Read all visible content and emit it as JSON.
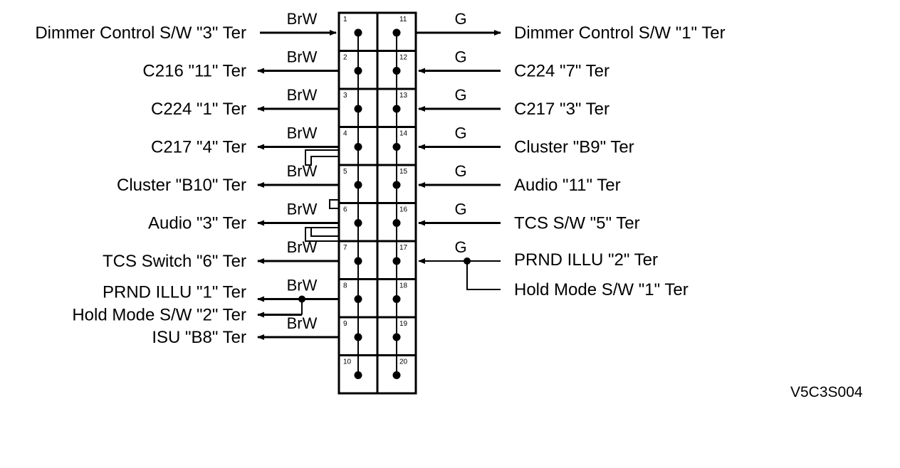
{
  "left_connections": [
    {
      "pin": "1",
      "label": "Dimmer Control S/W \"3\" Ter",
      "wire": "BrW",
      "direction": "in"
    },
    {
      "pin": "2",
      "label": "C216 \"11\" Ter",
      "wire": "BrW",
      "direction": "out"
    },
    {
      "pin": "3",
      "label": "C224 \"1\" Ter",
      "wire": "BrW",
      "direction": "out"
    },
    {
      "pin": "4",
      "label": "C217 \"4\" Ter",
      "wire": "BrW",
      "direction": "out"
    },
    {
      "pin": "5",
      "label": "Cluster \"B10\" Ter",
      "wire": "BrW",
      "direction": "out"
    },
    {
      "pin": "6",
      "label": "Audio \"3\" Ter",
      "wire": "BrW",
      "direction": "out"
    },
    {
      "pin": "7",
      "label": "TCS Switch \"6\" Ter",
      "wire": "BrW",
      "direction": "out"
    },
    {
      "pin": "8",
      "label": "PRND ILLU \"1\" Ter",
      "label2": "Hold Mode S/W \"2\" Ter",
      "wire": "BrW",
      "direction": "out"
    },
    {
      "pin": "9",
      "label": "ISU \"B8\" Ter",
      "wire": "BrW",
      "direction": "out"
    }
  ],
  "right_connections": [
    {
      "pin": "11",
      "label": "Dimmer Control S/W \"1\" Ter",
      "wire": "G",
      "direction": "out"
    },
    {
      "pin": "12",
      "label": "C224 \"7\" Ter",
      "wire": "G",
      "direction": "in"
    },
    {
      "pin": "13",
      "label": "C217 \"3\" Ter",
      "wire": "G",
      "direction": "in"
    },
    {
      "pin": "14",
      "label": "Cluster \"B9\" Ter",
      "wire": "G",
      "direction": "in"
    },
    {
      "pin": "15",
      "label": "Audio \"11\" Ter",
      "wire": "G",
      "direction": "in"
    },
    {
      "pin": "16",
      "label": "TCS S/W \"5\" Ter",
      "wire": "G",
      "direction": "in"
    },
    {
      "pin": "17",
      "label": "PRND ILLU \"2\" Ter",
      "label2": "Hold Mode S/W \"1\" Ter",
      "wire": "G",
      "direction": "in"
    }
  ],
  "left_pins": [
    "1",
    "2",
    "3",
    "4",
    "5",
    "6",
    "7",
    "8",
    "9",
    "10"
  ],
  "right_pins": [
    "11",
    "12",
    "13",
    "14",
    "15",
    "16",
    "17",
    "18",
    "19",
    "20"
  ],
  "figure_code": "V5C3S004"
}
